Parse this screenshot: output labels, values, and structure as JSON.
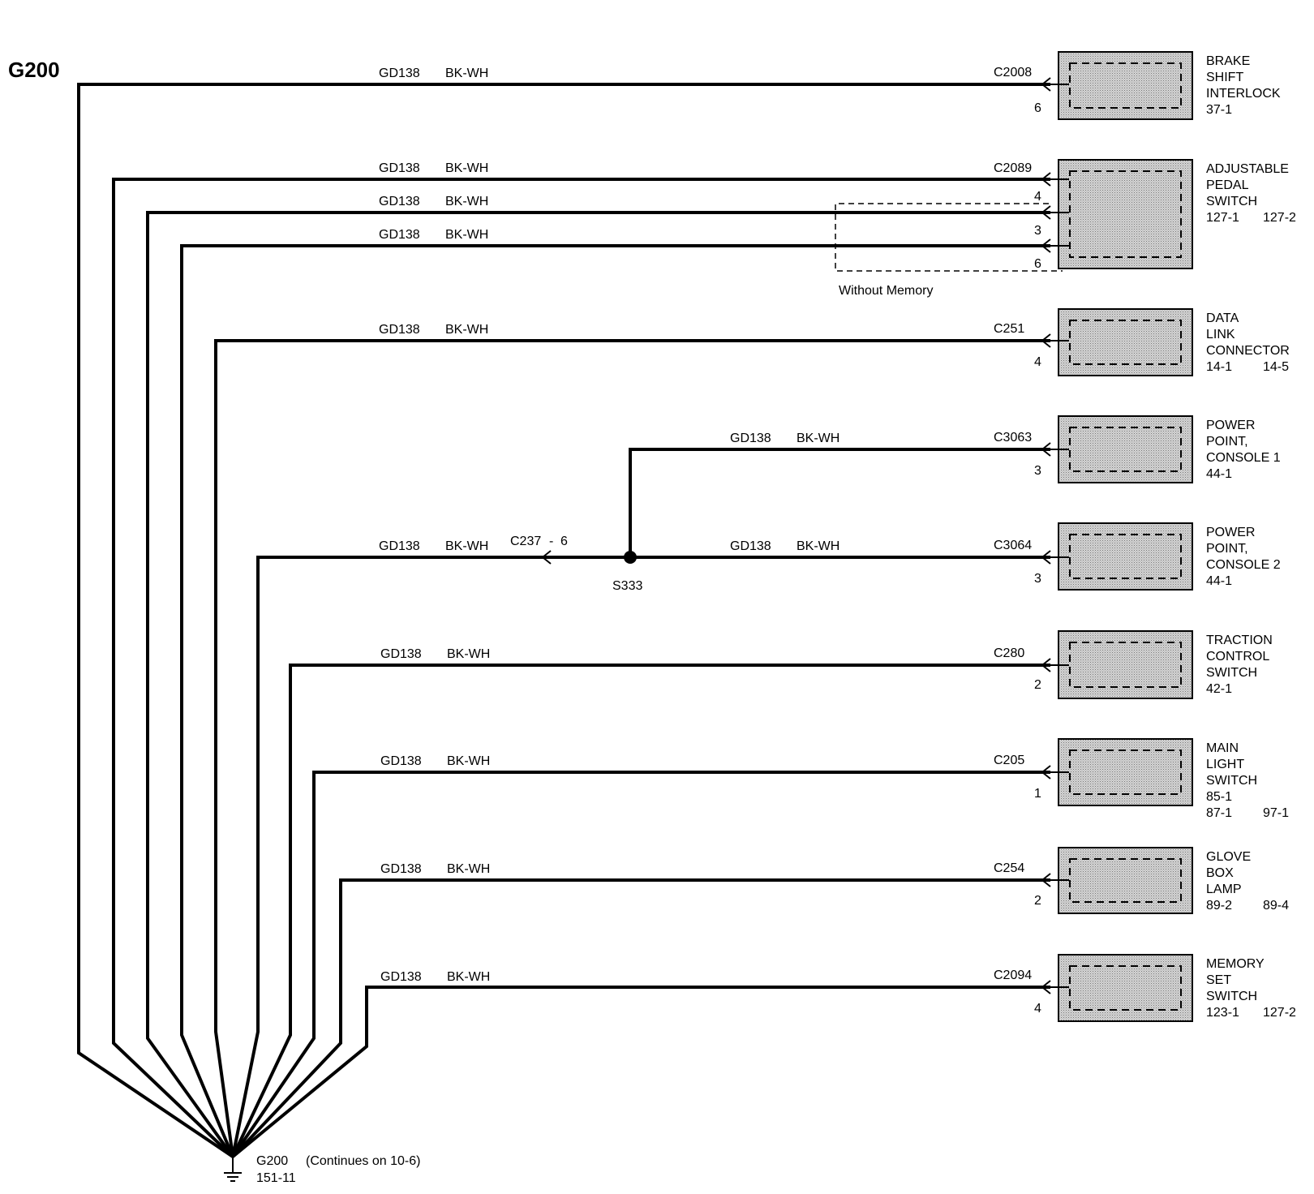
{
  "diagram": {
    "ground_title": "G200",
    "ground": {
      "id": "G200",
      "ref": "151-11",
      "note": "(Continues on 10-6)"
    },
    "without_memory": "Without Memory",
    "splice": {
      "name": "S333",
      "connector": "C237",
      "sep": "-",
      "pin": "6"
    },
    "circuits": [
      {
        "circuit": "GD138",
        "color": "BK-WH",
        "connector": "C2008",
        "pin": "6",
        "component": {
          "lines": [
            "BRAKE",
            "SHIFT",
            "INTERLOCK"
          ],
          "refs": [
            "37-1"
          ]
        }
      },
      {
        "circuit": "GD138",
        "color": "BK-WH",
        "connector": "C2089",
        "pins": [
          "4",
          "3",
          "6"
        ],
        "rows": [
          {
            "circuit": "GD138",
            "color": "BK-WH"
          },
          {
            "circuit": "GD138",
            "color": "BK-WH"
          },
          {
            "circuit": "GD138",
            "color": "BK-WH"
          }
        ],
        "component": {
          "lines": [
            "ADJUSTABLE",
            "PEDAL",
            "SWITCH"
          ],
          "refs": [
            "127-1",
            "127-2"
          ]
        }
      },
      {
        "circuit": "GD138",
        "color": "BK-WH",
        "connector": "C251",
        "pin": "4",
        "component": {
          "lines": [
            "DATA",
            "LINK",
            "CONNECTOR"
          ],
          "refs": [
            "14-1",
            "14-5"
          ]
        }
      },
      {
        "circuit": "GD138",
        "color": "BK-WH",
        "connector": "C3063",
        "pin": "3",
        "component": {
          "lines": [
            "POWER",
            "POINT,",
            "CONSOLE 1"
          ],
          "refs": [
            "44-1"
          ]
        }
      },
      {
        "circuit": "GD138",
        "color": "BK-WH",
        "connector": "C3064",
        "pin": "3",
        "left_circuit": "GD138",
        "left_color": "BK-WH",
        "component": {
          "lines": [
            "POWER",
            "POINT,",
            "CONSOLE 2"
          ],
          "refs": [
            "44-1"
          ]
        }
      },
      {
        "circuit": "GD138",
        "color": "BK-WH",
        "connector": "C280",
        "pin": "2",
        "component": {
          "lines": [
            "TRACTION",
            "CONTROL",
            "SWITCH"
          ],
          "refs": [
            "42-1"
          ]
        }
      },
      {
        "circuit": "GD138",
        "color": "BK-WH",
        "connector": "C205",
        "pin": "1",
        "component": {
          "lines": [
            "MAIN",
            "LIGHT",
            "SWITCH",
            "85-1"
          ],
          "refs": [
            "87-1",
            "97-1"
          ]
        }
      },
      {
        "circuit": "GD138",
        "color": "BK-WH",
        "connector": "C254",
        "pin": "2",
        "component": {
          "lines": [
            "GLOVE",
            "BOX",
            "LAMP"
          ],
          "refs": [
            "89-2",
            "89-4"
          ]
        }
      },
      {
        "circuit": "GD138",
        "color": "BK-WH",
        "connector": "C2094",
        "pin": "4",
        "component": {
          "lines": [
            "MEMORY",
            "SET",
            "SWITCH"
          ],
          "refs": [
            "123-1",
            "127-2"
          ]
        }
      }
    ]
  }
}
